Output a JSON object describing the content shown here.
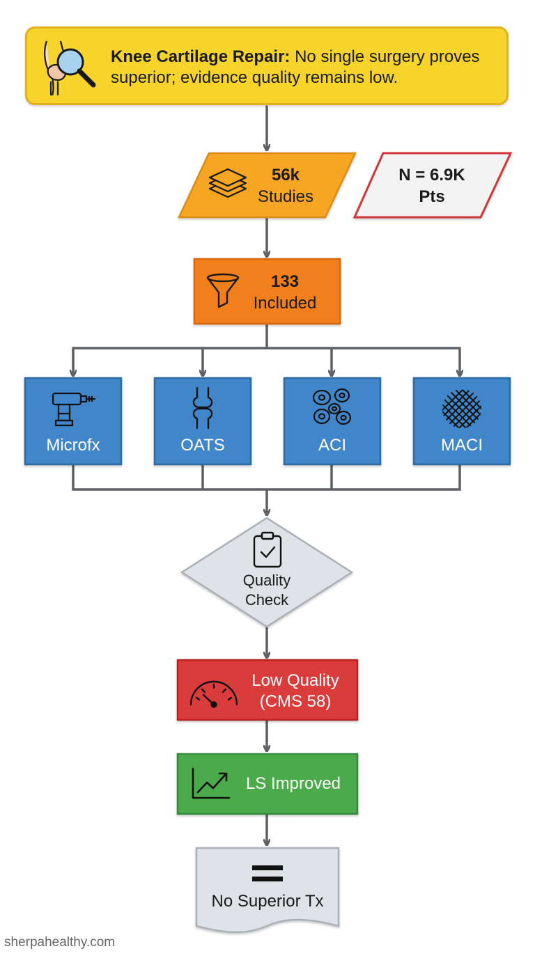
{
  "header": {
    "title": "Knee Cartilage Repair:",
    "text": "No single surgery proves superior; evidence quality remains low.",
    "icon": "knee-magnifier-icon",
    "color": "#f7d42c"
  },
  "nodes": {
    "studies": {
      "count": "56k",
      "label": "Studies",
      "icon": "layers-icon",
      "color": "#f6a623"
    },
    "patients": {
      "line1": "N = 6.9K",
      "line2": "Pts",
      "border_color": "#d0363a"
    },
    "included": {
      "count": "133",
      "label": "Included",
      "icon": "funnel-icon",
      "color": "#f07f1f"
    },
    "treatments": [
      {
        "label": "Microfx",
        "icon": "drill-icon"
      },
      {
        "label": "OATS",
        "icon": "bone-joint-icon"
      },
      {
        "label": "ACI",
        "icon": "cells-icon"
      },
      {
        "label": "MACI",
        "icon": "mesh-icon"
      }
    ],
    "treatment_color": "#3f86c9",
    "quality_check": {
      "line1": "Quality",
      "line2": "Check",
      "icon": "clipboard-check-icon"
    },
    "low_quality": {
      "line1": "Low Quality",
      "line2": "(CMS 58)",
      "icon": "gauge-icon",
      "color": "#da3a3a"
    },
    "ls_improved": {
      "label": "LS Improved",
      "icon": "trend-up-icon",
      "color": "#4caa4a"
    },
    "conclusion": {
      "label": "No Superior Tx",
      "icon": "equals-icon"
    }
  },
  "footer": {
    "watermark": "sherpahealthy.com"
  }
}
